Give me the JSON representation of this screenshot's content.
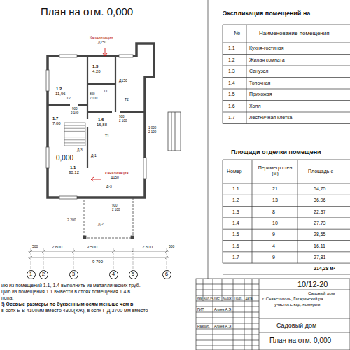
{
  "diagram": {
    "title": "План на отм. 0,000",
    "nodes": [
      {
        "text": [
          "1"
        ]
      },
      {
        "text": [
          "2"
        ]
      },
      {
        "text": [
          "3"
        ]
      },
      {
        "text": [
          "4"
        ]
      },
      {
        "text": [
          "5"
        ]
      },
      {
        "text": [
          "6"
        ]
      }
    ],
    "labels": [
      "Экспликация помещений на",
      "№",
      "Наименование помещения",
      "1.1",
      "Кухня-гостиная",
      "1.2",
      "Жилая комната",
      "1.3",
      "Санузел",
      "1.4",
      "Топочная",
      "1.5",
      "Прихожая",
      "1.6",
      "Холл",
      "1.7",
      "Лестничная клетка",
      "Площади отделки помещени",
      "Номер",
      "Периметр стен (м)",
      "Площадь с",
      "1.1",
      "21",
      "54,75",
      "1.2",
      "13",
      "36,96",
      "1.3",
      "8",
      "22,37",
      "1.4",
      "10",
      "27,73",
      "1.5",
      "9",
      "28,55",
      "1.6",
      "4",
      "16,11",
      "1.7",
      "9",
      "27,81",
      "214,28 м²",
      "10/12-20",
      "Садовый дом",
      "г. Севастополь, Гагаринский ра",
      "участок с кад. номером",
      "Изм",
      "Кол.уч",
      "Лист",
      "№док",
      "Подп.",
      "Дата",
      "ГИП",
      "Алиев А.Э.",
      "Разраб.",
      "Алиев А.Э.",
      "Садовый дом",
      "План на отм. 0,000",
      "ию из помещений 1.1, 1.4 выполнить из металлических труб.",
      "цию из помещения 1.1 вывести в стояк помещения 1.4 в",
      "пола.",
      "!) Осевые размеры по буквенным осям меньше чем в",
      "в осях Б-В 4100мм вместо 4300(КЖ), в осях Г-Д 3700 мм вместо",
      "Канализация",
      "Д150",
      "Д150",
      "1.2",
      "11,96",
      "1.3",
      "4,20",
      "1.7",
      "7,00",
      "1.6",
      "16,88",
      "1.1",
      "30,12",
      "0,000",
      "Канализация",
      "Д150",
      "Т2",
      "Т1",
      "Т1",
      "Т2",
      "Д-1",
      "Д-3",
      "Д-2",
      "Д-3",
      "900",
      "2 100",
      "800",
      "2 100",
      "900",
      "2 100",
      "1 000",
      "2 100",
      "900",
      "2 100",
      "2 600",
      "3 500",
      "2 600",
      "500",
      "500",
      "9 700",
      "2 200"
    ]
  }
}
